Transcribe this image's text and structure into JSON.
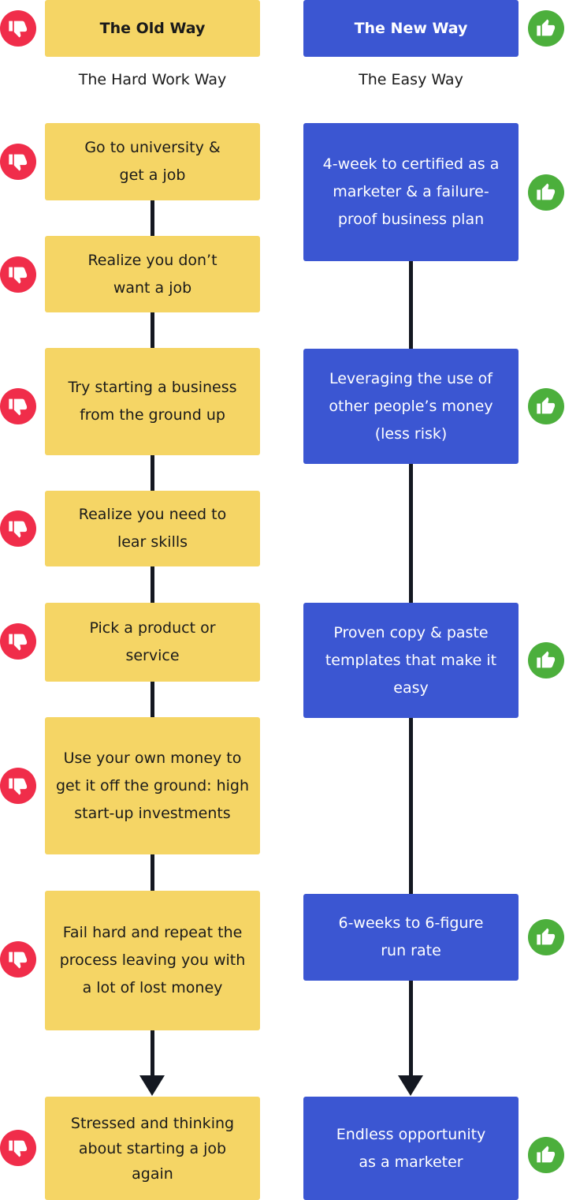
{
  "headers": {
    "old_title": "The Old Way",
    "old_subtitle": "The Hard Work Way",
    "new_title": "The New Way",
    "new_subtitle": "The Easy Way"
  },
  "old_steps": [
    "Go to university & get a job",
    "Realize you don’t want a job",
    "Try starting a business from the ground up",
    "Realize you need to lear skills",
    "Pick a product or service",
    "Use your own money to get it off the ground: high start-up investments",
    "Fail hard and repeat the process leaving you with a lot of lost money",
    "Stressed and thinking about starting a job again"
  ],
  "new_steps": [
    "4-week to certified as a marketer & a failure-proof business plan",
    "Leveraging the use of other people’s money (less risk)",
    "Proven copy & paste templates that make it easy",
    "6-weeks to 6-figure run rate",
    "Endless opportunity as a marketer"
  ],
  "icons": {
    "old": "thumbs-down-icon",
    "new": "thumbs-up-icon"
  },
  "colors": {
    "old_box": "#f5d565",
    "new_box": "#3b56d2",
    "thumbs_down": "#f02d4a",
    "thumbs_up": "#4caf3c",
    "connector": "#141821"
  }
}
